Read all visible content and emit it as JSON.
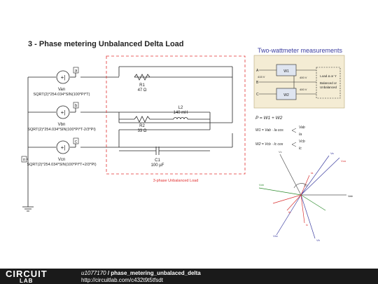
{
  "title": "3 - Phase metering Unbalanced Delta Load",
  "sources": [
    {
      "node": "a",
      "name": "Van",
      "expr": "SQRT(2)*254.034*SIN(100*PI*T)"
    },
    {
      "node": "b",
      "name": "Vbn",
      "expr": "SQRT(2)*254.034*SIN(100*PI*T-2/3*PI)"
    },
    {
      "node": "c",
      "name": "Vcn",
      "expr": "SQRT(2)*254.034*SIN(100*PI*T+2/3*PI)"
    }
  ],
  "neutral_label": "n",
  "components": {
    "r1": {
      "name": "R1",
      "value": "47 Ω"
    },
    "r2": {
      "name": "R2",
      "value": "33 Ω"
    },
    "l2": {
      "name": "L2",
      "value": "140 mH"
    },
    "c1": {
      "name": "C1",
      "value": "100 µF"
    }
  },
  "load_box_label": "3-phase Unbalanced Load",
  "two_wattmeter": {
    "title": "Two-wattmeter measurements",
    "meters": [
      "W1",
      "W2"
    ],
    "terminals": [
      "A",
      "B",
      "C"
    ],
    "volts": [
      "400 V",
      "400 V"
    ],
    "supply_voltage": "415 V",
    "load_box": {
      "line1": "Load Δ or Y",
      "line2": "Balanced or",
      "line3": "Unbalanced"
    },
    "eq_sum": "P = W1 + W2",
    "eq_w1": "W1 = Vab · Ia cos",
    "eq_w1_frac": {
      "num": "Vab",
      "den": "Ia"
    },
    "eq_w2": "W2 = Vcb · Ic cos",
    "eq_w2_frac": {
      "num": "Vcb",
      "den": "Ic"
    }
  },
  "phasor_labels": [
    "Vca",
    "Vab",
    "Vcb",
    "Vbc",
    "Ia",
    "Ib",
    "Ic",
    "Va",
    "Vb",
    "Vc",
    "30°"
  ],
  "colors": {
    "load_box": "#e23030",
    "load_label": "#e23030",
    "tw_title": "#3b3da0",
    "tw_panel": "#f4ecd4",
    "footer_bg": "#1a1a1a",
    "circuit_line": "#222222"
  },
  "footer": {
    "logo_top": "CIRCUIT",
    "logo_bottom": "LAB",
    "user": "u1077170",
    "sep": " / ",
    "project": "phase_metering_unbalaced_delta",
    "url": "http://circuitlab.com/c432t9t5tfsdt"
  }
}
